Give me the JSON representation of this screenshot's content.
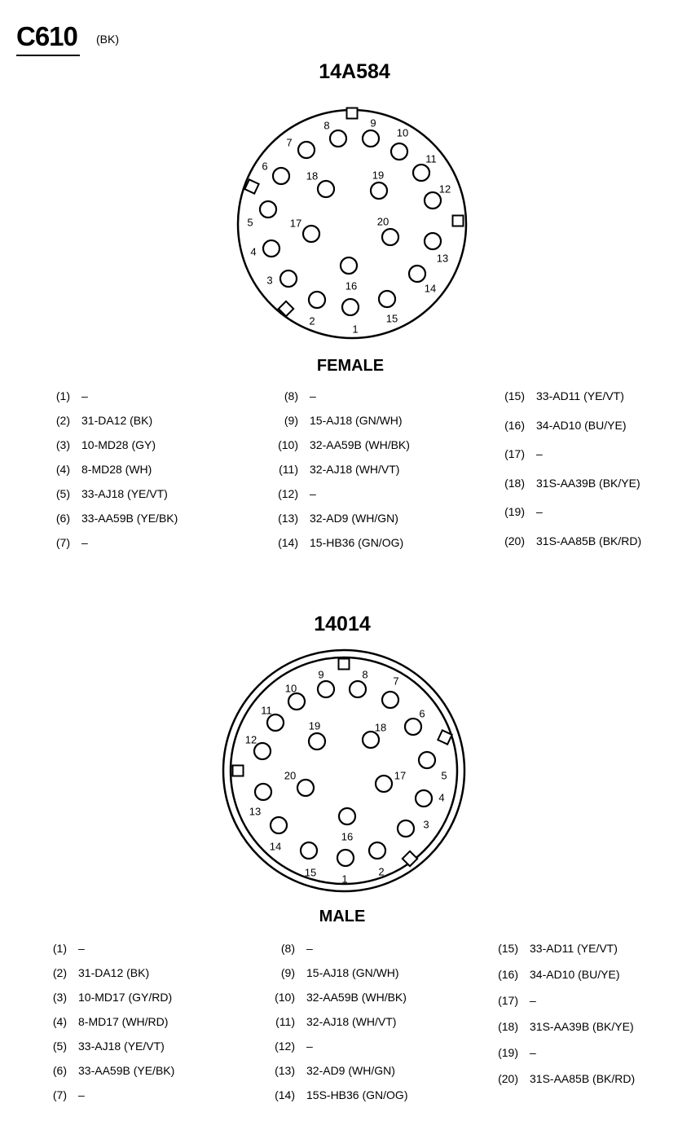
{
  "connector": {
    "id": "C610",
    "color": "(BK)"
  },
  "female": {
    "part_number": "14A584",
    "label": "FEMALE",
    "pins": [
      {
        "n": "1",
        "wire": "–"
      },
      {
        "n": "2",
        "wire": "31-DA12 (BK)"
      },
      {
        "n": "3",
        "wire": "10-MD28 (GY)"
      },
      {
        "n": "4",
        "wire": "8-MD28 (WH)"
      },
      {
        "n": "5",
        "wire": "33-AJ18 (YE/VT)"
      },
      {
        "n": "6",
        "wire": "33-AA59B (YE/BK)"
      },
      {
        "n": "7",
        "wire": "–"
      },
      {
        "n": "8",
        "wire": "–"
      },
      {
        "n": "9",
        "wire": "15-AJ18 (GN/WH)"
      },
      {
        "n": "10",
        "wire": "32-AA59B (WH/BK)"
      },
      {
        "n": "11",
        "wire": "32-AJ18 (WH/VT)"
      },
      {
        "n": "12",
        "wire": "–"
      },
      {
        "n": "13",
        "wire": "32-AD9 (WH/GN)"
      },
      {
        "n": "14",
        "wire": "15-HB36 (GN/OG)"
      },
      {
        "n": "15",
        "wire": "33-AD11 (YE/VT)"
      },
      {
        "n": "16",
        "wire": "34-AD10 (BU/YE)"
      },
      {
        "n": "17",
        "wire": "–"
      },
      {
        "n": "18",
        "wire": "31S-AA39B (BK/YE)"
      },
      {
        "n": "19",
        "wire": "–"
      },
      {
        "n": "20",
        "wire": "31S-AA85B (BK/RD)"
      }
    ]
  },
  "male": {
    "part_number": "14014",
    "label": "MALE",
    "pins": [
      {
        "n": "1",
        "wire": "–"
      },
      {
        "n": "2",
        "wire": "31-DA12 (BK)"
      },
      {
        "n": "3",
        "wire": "10-MD17 (GY/RD)"
      },
      {
        "n": "4",
        "wire": "8-MD17 (WH/RD)"
      },
      {
        "n": "5",
        "wire": "33-AJ18 (YE/VT)"
      },
      {
        "n": "6",
        "wire": "33-AA59B (YE/BK)"
      },
      {
        "n": "7",
        "wire": "–"
      },
      {
        "n": "8",
        "wire": "–"
      },
      {
        "n": "9",
        "wire": "15-AJ18 (GN/WH)"
      },
      {
        "n": "10",
        "wire": "32-AA59B (WH/BK)"
      },
      {
        "n": "11",
        "wire": "32-AJ18 (WH/VT)"
      },
      {
        "n": "12",
        "wire": "–"
      },
      {
        "n": "13",
        "wire": "32-AD9 (WH/GN)"
      },
      {
        "n": "14",
        "wire": "15S-HB36 (GN/OG)"
      },
      {
        "n": "15",
        "wire": "33-AD11 (YE/VT)"
      },
      {
        "n": "16",
        "wire": "34-AD10 (BU/YE)"
      },
      {
        "n": "17",
        "wire": "–"
      },
      {
        "n": "18",
        "wire": "31S-AA39B (BK/YE)"
      },
      {
        "n": "19",
        "wire": "–"
      },
      {
        "n": "20",
        "wire": "31S-AA85B (BK/RD)"
      }
    ]
  }
}
